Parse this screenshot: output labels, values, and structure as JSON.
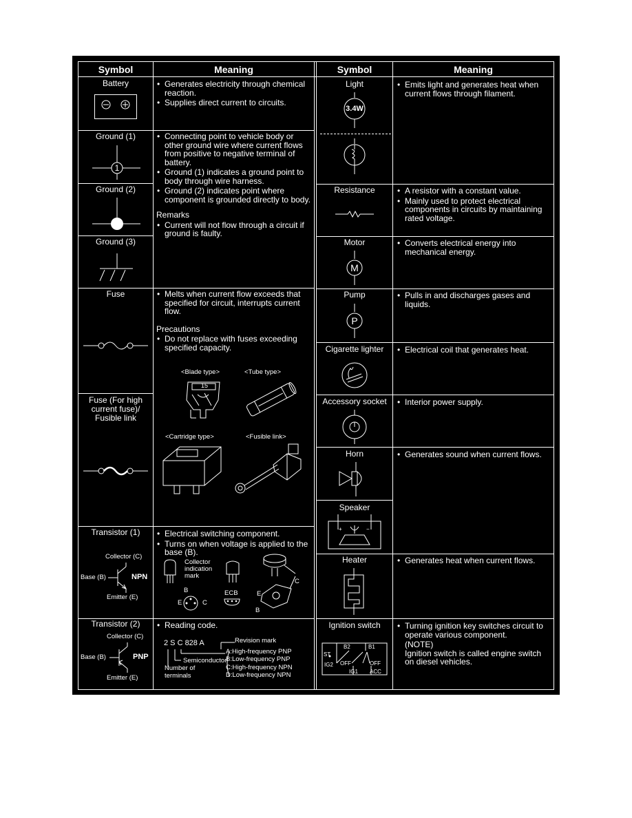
{
  "headers": {
    "symbol_left": "Symbol",
    "meaning_left": "Meaning",
    "symbol_right": "Symbol",
    "meaning_right": "Meaning"
  },
  "left": {
    "battery": {
      "name": "Battery",
      "meaning": [
        "Generates electricity through chemical reaction.",
        "Supplies direct current to circuits."
      ]
    },
    "ground1": {
      "name": "Ground (1)",
      "meaning": [
        "Connecting point to vehicle body or other ground wire where current flows from positive to negative terminal of battery.",
        "Ground (1) indicates a ground point to body through wire harness.",
        "Ground (2) indicates point where component is grounded directly to body."
      ],
      "remarks_label": "Remarks",
      "remarks": [
        "Current will not flow through a circuit if ground is faulty."
      ],
      "symbol_label": "1"
    },
    "ground2": {
      "name": "Ground (2)"
    },
    "ground3": {
      "name": "Ground (3)"
    },
    "fuse": {
      "name": "Fuse",
      "meaning": [
        "Melts when current flow exceeds that specified for circuit, interrupts current flow."
      ],
      "precautions_label": "Precautions",
      "precautions": [
        "Do not replace with fuses exceeding specified capacity."
      ],
      "blade_type": "<Blade type>",
      "tube_type": "<Tube type>",
      "cartridge_type": "<Cartridge type>",
      "fusible_link": "<Fusible link>",
      "blade_rating": "15"
    },
    "fuse_high": {
      "name": "Fuse (For high current fuse)/ Fusible link"
    },
    "transistor1": {
      "name": "Transistor (1)",
      "meaning": [
        "Electrical switching component.",
        "Turns on when voltage is applied to the  base (B)."
      ],
      "collector": "Collector (C)",
      "base": "Base (B)",
      "emitter": "Emitter (E)",
      "type": "NPN",
      "collector_mark": "Collector indication mark",
      "b": "B",
      "e": "E",
      "c": "C",
      "ecb": "ECB",
      "e2": "E",
      "c2": "C",
      "b2": "B"
    },
    "transistor2": {
      "name": "Transistor (2)",
      "meaning": [
        "Reading code."
      ],
      "collector": "Collector (C)",
      "base": "Base (B)",
      "emitter": "Emitter (E)",
      "type": "PNP",
      "code": "2 S C  828  A",
      "revision_mark": "Revision mark",
      "semiconductor": "Semiconductor",
      "terminals": "Number of terminals",
      "codes": [
        "A:High-frequency PNP",
        "B:Low-frequency PNP",
        "C:High-frequency NPN",
        "D:Low-frequency NPN"
      ]
    }
  },
  "right": {
    "light": {
      "name": "Light",
      "meaning": [
        "Emits light and generates heat when current flows through filament."
      ],
      "rating": "3.4W"
    },
    "resistance": {
      "name": "Resistance",
      "meaning": [
        "A resistor with a constant value.",
        "Mainly used to protect electrical components in circuits by maintaining rated voltage."
      ]
    },
    "motor": {
      "name": "Motor",
      "meaning": [
        "Converts electrical energy into mechanical energy."
      ],
      "letter": "M"
    },
    "pump": {
      "name": "Pump",
      "meaning": [
        "Pulls in and discharges gases and liquids."
      ],
      "letter": "P"
    },
    "cigarette": {
      "name": "Cigarette lighter",
      "meaning": [
        "Electrical coil that generates heat."
      ]
    },
    "socket": {
      "name": "Accessory socket",
      "meaning": [
        "Interior power supply."
      ]
    },
    "horn": {
      "name": "Horn",
      "meaning": [
        "Generates sound when current flows."
      ]
    },
    "speaker": {
      "name": "Speaker"
    },
    "heater": {
      "name": "Heater",
      "meaning": [
        "Generates heat when current flows."
      ]
    },
    "ignition": {
      "name": "Ignition switch",
      "meaning": [
        "Turning ignition key switches circuit to operate various component."
      ],
      "note_label": "(NOTE)",
      "note": "Ignition switch is called engine switch on diesel vehicles.",
      "labels": {
        "b2": "B2",
        "b1": "B1",
        "st": "ST",
        "ig2": "IG2",
        "off": "OFF",
        "ig1": "IG1",
        "off2": "OFF",
        "acc": "ACC"
      }
    }
  }
}
